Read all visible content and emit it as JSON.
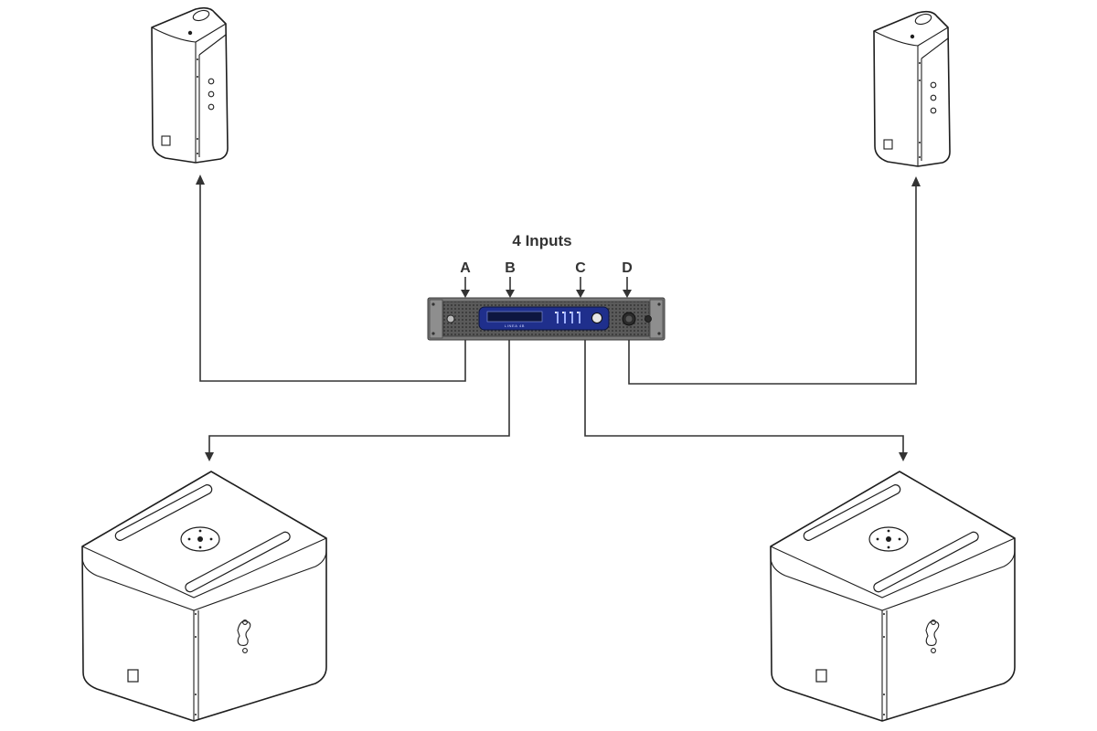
{
  "diagram": {
    "title": "4 Inputs",
    "inputs": [
      {
        "label": "A"
      },
      {
        "label": "B"
      },
      {
        "label": "C"
      },
      {
        "label": "D"
      }
    ],
    "amplifier": {
      "display_text": "LINEA 4B",
      "colors": {
        "body": "#7a7a7a",
        "panel": "#1f2f8c",
        "screen": "#0d1640"
      }
    },
    "speakers": [
      {
        "kind": "satellite",
        "position": "top-left"
      },
      {
        "kind": "satellite",
        "position": "top-right"
      },
      {
        "kind": "subwoofer",
        "position": "bottom-left"
      },
      {
        "kind": "subwoofer",
        "position": "bottom-right"
      }
    ],
    "colors": {
      "line": "#333333",
      "outline": "#1e1e1e"
    }
  }
}
